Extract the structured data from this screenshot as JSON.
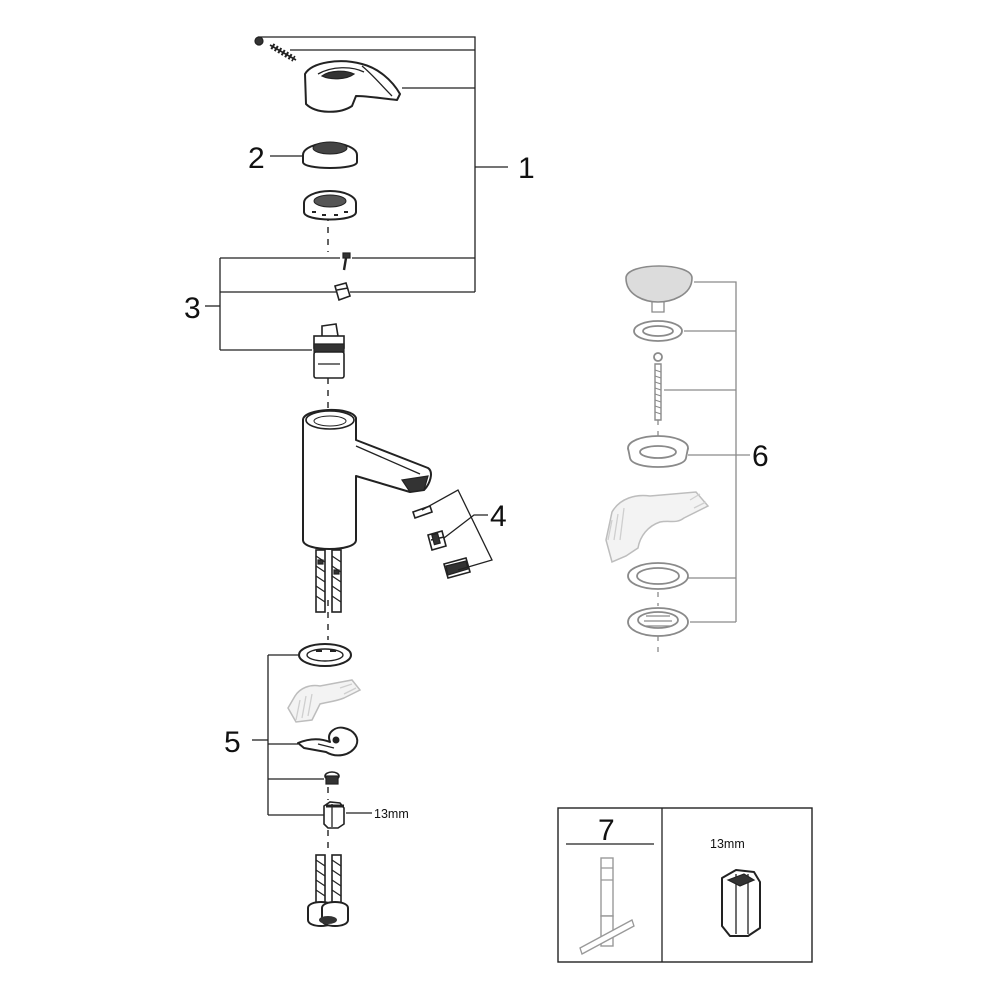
{
  "labels": {
    "part_1": "1",
    "part_2": "2",
    "part_3": "3",
    "part_4": "4",
    "part_5": "5",
    "part_6": "6",
    "part_7": "7"
  },
  "dimensions": {
    "nut_size_left": "13mm",
    "tool_size_box": "13mm"
  }
}
